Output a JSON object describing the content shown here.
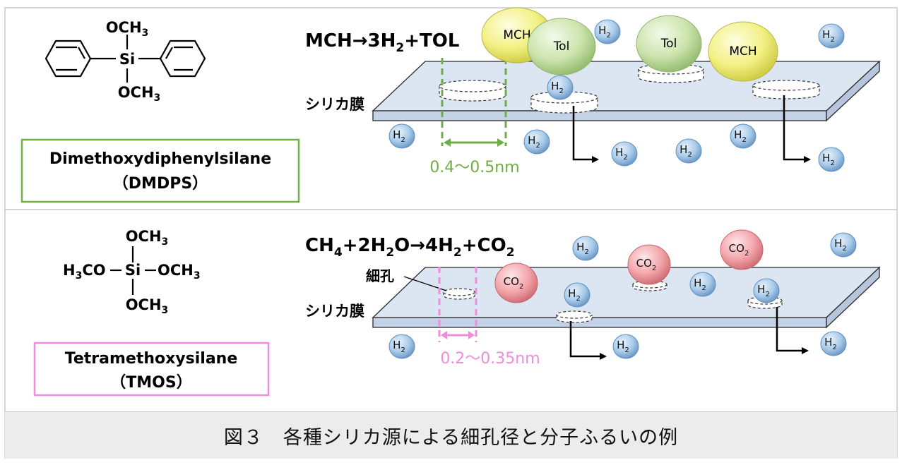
{
  "caption": "図３　各種シリカ源による細孔径と分子ふるいの例",
  "colors": {
    "green": "#70ad47",
    "pink": "#f08cdc",
    "membrane": "#dce6f2",
    "h2": "#9cc3e6",
    "tol": "#c5e0a5",
    "mch": "#f0ee80",
    "co2": "#f2a0a6"
  },
  "panel_top": {
    "structure": {
      "top_group": "OCH",
      "top_sub": "3",
      "center": "Si",
      "bottom_group": "OCH",
      "bottom_sub": "3"
    },
    "name": "Dimethoxydiphenylsilane",
    "abbr": "（DMDPS）",
    "reaction": {
      "a": "MCH→3H",
      "a_sub": "2",
      "b": "+TOL"
    },
    "membrane_label": "シリカ膜",
    "pore_size": "0.4～0.5nm",
    "molecule_labels": {
      "h2": "H",
      "h2_sub": "2",
      "tol": "Tol",
      "mch": "MCH",
      "mch_cut": "MCH"
    }
  },
  "panel_bottom": {
    "structure": {
      "top_group": "OCH",
      "top_sub": "3",
      "left_group_a": "H",
      "left_sub": "3",
      "left_group_b": "CO",
      "center": "Si",
      "right_group": "OCH",
      "right_sub": "3",
      "bottom_group": "OCH",
      "bottom_sub": "3"
    },
    "name": "Tetramethoxysilane",
    "abbr": "（TMOS）",
    "reaction": {
      "a": "CH",
      "a_sub": "4",
      "b": "+2H",
      "b_sub": "2",
      "c": "O→4H",
      "c_sub": "2",
      "d": "+CO",
      "d_sub": "2"
    },
    "pore_label": "細孔",
    "membrane_label": "シリカ膜",
    "pore_size": "0.2～0.35nm",
    "molecule_labels": {
      "co2": "CO",
      "co2_sub": "2"
    }
  }
}
